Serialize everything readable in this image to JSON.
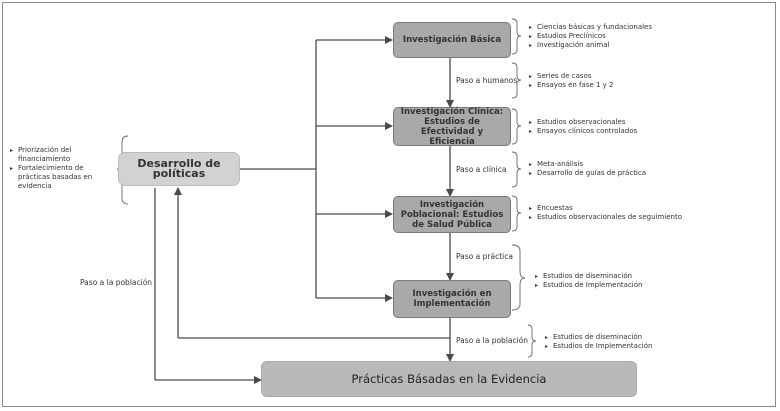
{
  "boxes": {
    "investigacion_basica": "Investigación Básica",
    "investigacion_clinica": "Investigación Clínica: Estudios de Efectividad y Eficiencia",
    "investigacion_poblacional": "Investigación Poblacional: Estudios de Salud Pública",
    "investigacion_implementacion": "Investigación en Implementación",
    "desarrollo_politicas": "Desarrollo de políticas",
    "practicas_evidencia": "Prácticas Básadas en la Evidencia"
  },
  "arrow_labels": {
    "paso_humanos": "Paso a humanos",
    "paso_clinica": "Paso a clínica",
    "paso_practica": "Paso a práctica",
    "paso_poblacion_center": "Paso a la población",
    "paso_poblacion_left": "Paso a la población"
  },
  "lists": {
    "policy": [
      "Priorización del financiamiento",
      "Fortalecimiento de prácticas basadas en evidencia"
    ],
    "basica": [
      "Ciencias básicas y fundacionales",
      "Estudios Preclínicos",
      "Investigación animal"
    ],
    "humanos": [
      "Series de casos",
      "Ensayos en fase 1 y 2"
    ],
    "clinica": [
      "Estudios observacionales",
      "Ensayos clínicos controlados"
    ],
    "clinica_paso": [
      "Meta-análisis",
      "Desarrollo de guías de práctica"
    ],
    "poblacional": [
      "Encuestas",
      "Estudios observacionales de seguimiento"
    ],
    "practica": [
      "Estudios de diseminación",
      "Estudios de Implementación"
    ],
    "poblacion": [
      "Estudios de diseminación",
      "Estudios de Implementación"
    ]
  }
}
